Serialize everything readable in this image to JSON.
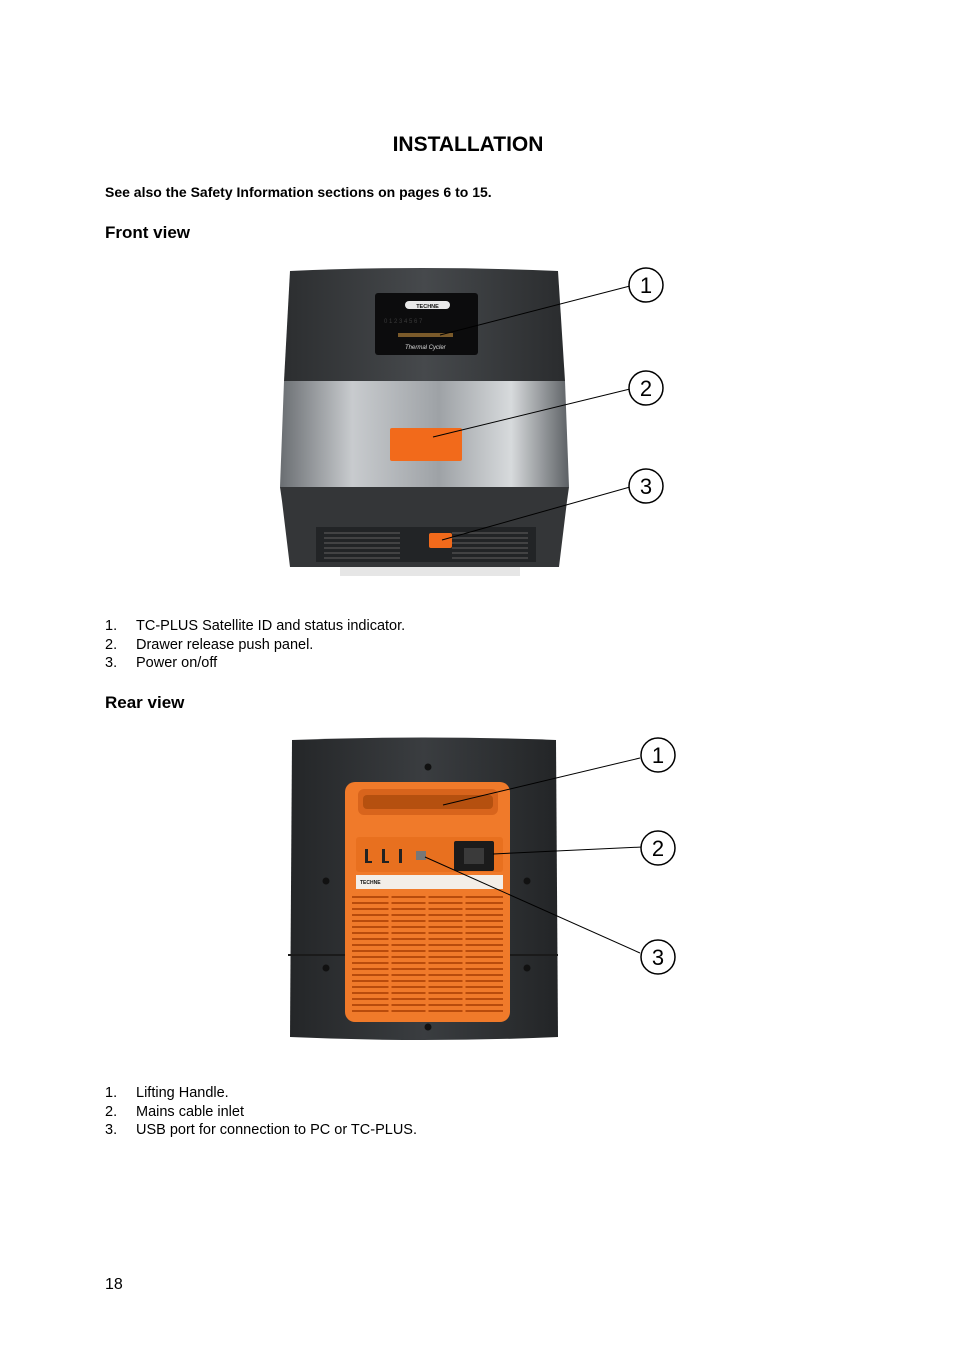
{
  "page": {
    "title": "INSTALLATION",
    "safety_note": "See also the Safety Information sections on pages 6 to 15.",
    "page_number": "18"
  },
  "front_view": {
    "heading": "Front view",
    "callouts": [
      "1",
      "2",
      "3"
    ],
    "device_brand": "TECHNE",
    "device_label": "Thermal Cycler",
    "items": [
      {
        "num": "1.",
        "text": "TC-PLUS Satellite ID and status indicator."
      },
      {
        "num": "2.",
        "text": "Drawer release push panel."
      },
      {
        "num": "3.",
        "text": "Power on/off"
      }
    ]
  },
  "rear_view": {
    "heading": "Rear view",
    "callouts": [
      "1",
      "2",
      "3"
    ],
    "device_brand": "TECHNE",
    "items": [
      {
        "num": "1.",
        "text": "Lifting Handle."
      },
      {
        "num": "2.",
        "text": "Mains cable inlet"
      },
      {
        "num": "3.",
        "text": "USB port for connection to PC or TC-PLUS."
      }
    ]
  }
}
